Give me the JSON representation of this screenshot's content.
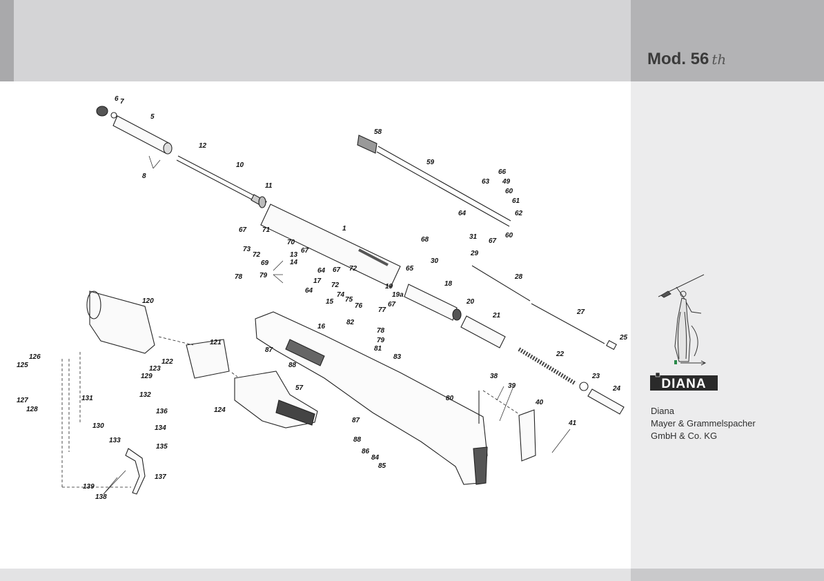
{
  "header": {
    "model_title": "Mod. 56",
    "model_suffix": "th"
  },
  "brand": {
    "logo_text": "DIANA",
    "company_lines": [
      "Diana",
      "Mayer & Grammelspacher",
      "GmbH & Co. KG"
    ]
  },
  "colors": {
    "top_band": "#d4d4d6",
    "side_panel": "#ececed",
    "logo_bg": "#2a2a2a",
    "line": "#222222"
  },
  "diagram": {
    "part_labels": [
      {
        "n": "6"
      },
      {
        "n": "7"
      },
      {
        "n": "5"
      },
      {
        "n": "8"
      },
      {
        "n": "12"
      },
      {
        "n": "10"
      },
      {
        "n": "11"
      },
      {
        "n": "1"
      },
      {
        "n": "58"
      },
      {
        "n": "59"
      },
      {
        "n": "66"
      },
      {
        "n": "63"
      },
      {
        "n": "49"
      },
      {
        "n": "60"
      },
      {
        "n": "61"
      },
      {
        "n": "62"
      },
      {
        "n": "64"
      },
      {
        "n": "67"
      },
      {
        "n": "60"
      },
      {
        "n": "67"
      },
      {
        "n": "71"
      },
      {
        "n": "70"
      },
      {
        "n": "73"
      },
      {
        "n": "72"
      },
      {
        "n": "69"
      },
      {
        "n": "67"
      },
      {
        "n": "13"
      },
      {
        "n": "14"
      },
      {
        "n": "64"
      },
      {
        "n": "17"
      },
      {
        "n": "78"
      },
      {
        "n": "79"
      },
      {
        "n": "64"
      },
      {
        "n": "15"
      },
      {
        "n": "16"
      },
      {
        "n": "68"
      },
      {
        "n": "65"
      },
      {
        "n": "31"
      },
      {
        "n": "29"
      },
      {
        "n": "30"
      },
      {
        "n": "18"
      },
      {
        "n": "28"
      },
      {
        "n": "67"
      },
      {
        "n": "72"
      },
      {
        "n": "72"
      },
      {
        "n": "74"
      },
      {
        "n": "75"
      },
      {
        "n": "76"
      },
      {
        "n": "77"
      },
      {
        "n": "67"
      },
      {
        "n": "19"
      },
      {
        "n": "19a"
      },
      {
        "n": "20"
      },
      {
        "n": "21"
      },
      {
        "n": "82"
      },
      {
        "n": "78"
      },
      {
        "n": "79"
      },
      {
        "n": "81"
      },
      {
        "n": "83"
      },
      {
        "n": "27"
      },
      {
        "n": "25"
      },
      {
        "n": "22"
      },
      {
        "n": "23"
      },
      {
        "n": "24"
      },
      {
        "n": "120"
      },
      {
        "n": "121"
      },
      {
        "n": "87"
      },
      {
        "n": "88"
      },
      {
        "n": "57"
      },
      {
        "n": "126"
      },
      {
        "n": "125"
      },
      {
        "n": "127"
      },
      {
        "n": "128"
      },
      {
        "n": "122"
      },
      {
        "n": "123"
      },
      {
        "n": "129"
      },
      {
        "n": "131"
      },
      {
        "n": "132"
      },
      {
        "n": "136"
      },
      {
        "n": "130"
      },
      {
        "n": "134"
      },
      {
        "n": "133"
      },
      {
        "n": "135"
      },
      {
        "n": "124"
      },
      {
        "n": "80"
      },
      {
        "n": "38"
      },
      {
        "n": "39"
      },
      {
        "n": "40"
      },
      {
        "n": "41"
      },
      {
        "n": "87"
      },
      {
        "n": "88"
      },
      {
        "n": "86"
      },
      {
        "n": "84"
      },
      {
        "n": "85"
      },
      {
        "n": "137"
      },
      {
        "n": "139"
      },
      {
        "n": "138"
      }
    ]
  }
}
